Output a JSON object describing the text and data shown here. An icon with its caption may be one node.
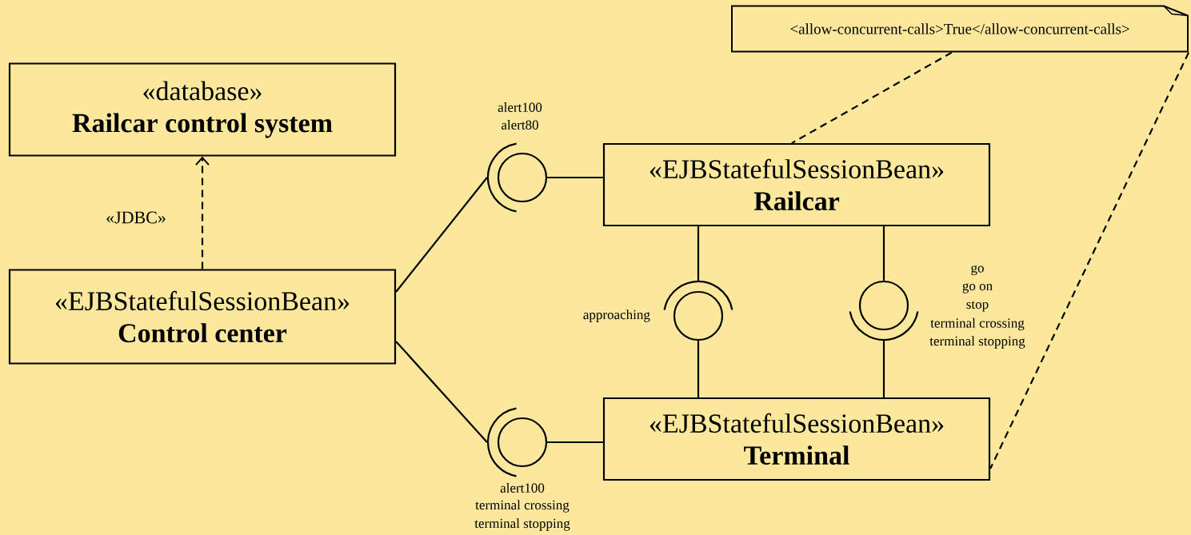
{
  "diagram": {
    "nodes": [
      {
        "text": [
          "«database»",
          "Railcar control system"
        ]
      },
      {
        "text": [
          "«EJBStatefulSessionBean»",
          "Control center"
        ]
      },
      {
        "text": [
          "«EJBStatefulSessionBean»",
          "Railcar"
        ]
      },
      {
        "text": [
          "«EJBStatefulSessionBean»",
          "Terminal"
        ]
      },
      {
        "text": [
          "<allow-concurrent-calls>True</allow-concurrent-calls>"
        ]
      },
      {
        "text": [],
        "shape": "circle",
        "beside": [
          "alert100",
          "alert80"
        ]
      },
      {
        "text": [],
        "shape": "circle",
        "beside": [
          "alert100",
          "terminal crossing",
          "terminal stopping"
        ]
      },
      {
        "text": [],
        "shape": "circle",
        "beside": [
          "approaching"
        ]
      },
      {
        "text": [],
        "shape": "circle",
        "beside": [
          "go",
          "go on",
          "stop",
          "terminal crossing",
          "terminal stopping"
        ]
      }
    ],
    "edges": [
      {
        "from": 1,
        "to": 0,
        "arrow": "to",
        "style": "dashed",
        "label": "«JDBC»"
      },
      {
        "from": 1,
        "to": 5,
        "arrow": "none"
      },
      {
        "from": 5,
        "to": 2,
        "arrow": "none"
      },
      {
        "from": 1,
        "to": 6,
        "arrow": "none"
      },
      {
        "from": 6,
        "to": 3,
        "arrow": "none"
      },
      {
        "from": 2,
        "to": 7,
        "arrow": "none"
      },
      {
        "from": 7,
        "to": 3,
        "arrow": "none"
      },
      {
        "from": 2,
        "to": 8,
        "arrow": "none"
      },
      {
        "from": 8,
        "to": 3,
        "arrow": "none"
      },
      {
        "from": 4,
        "to": 2,
        "arrow": "none",
        "style": "dashed"
      },
      {
        "from": 4,
        "to": 3,
        "arrow": "none",
        "style": "dashed"
      }
    ]
  }
}
